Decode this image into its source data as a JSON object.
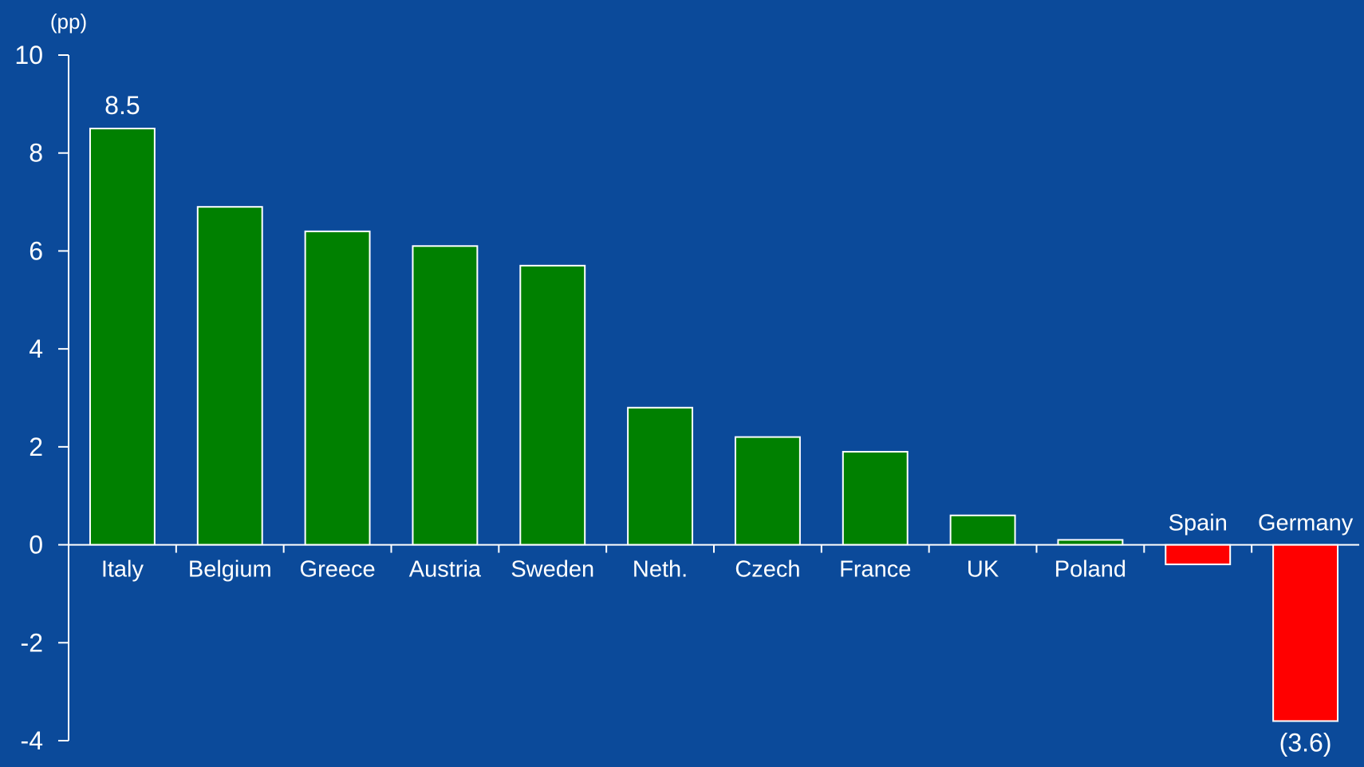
{
  "chart_data": {
    "type": "bar",
    "unit_label": "(pp)",
    "categories": [
      "Italy",
      "Belgium",
      "Greece",
      "Austria",
      "Sweden",
      "Neth.",
      "Czech",
      "France",
      "UK",
      "Poland",
      "Spain",
      "Germany"
    ],
    "values": [
      8.5,
      6.9,
      6.4,
      6.1,
      5.7,
      2.8,
      2.2,
      1.9,
      0.6,
      0.1,
      -0.4,
      -3.6
    ],
    "data_labels": [
      {
        "category": "Italy",
        "text": "8.5"
      },
      {
        "category": "Germany",
        "text": "(3.6)"
      }
    ],
    "ylim": [
      -4,
      10
    ],
    "yticks": [
      -4,
      -2,
      0,
      2,
      4,
      6,
      8,
      10
    ],
    "grid": false,
    "colors": {
      "background": "#0b4a9a",
      "positive": "#008000",
      "negative": "#ff0000",
      "bar_outline": "#ffffff",
      "axis": "#ffffff",
      "text": "#ffffff"
    }
  }
}
